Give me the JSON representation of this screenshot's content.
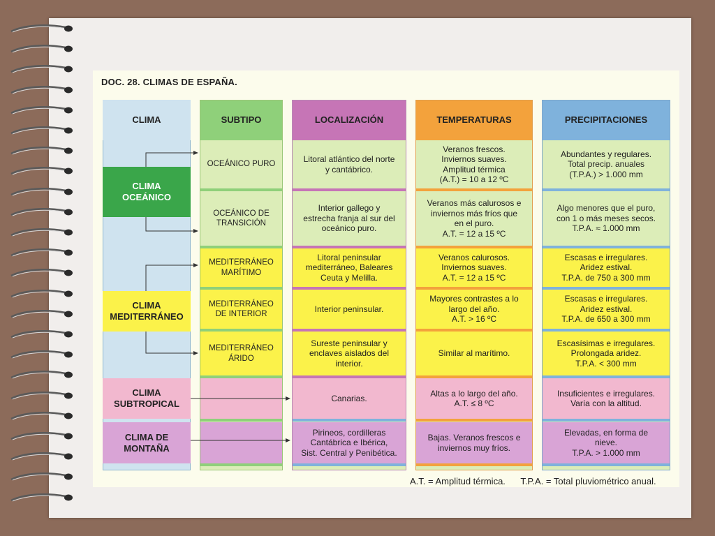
{
  "document": {
    "title": "DOC. 28. CLIMAS DE ESPAÑA.",
    "headers": {
      "clima": "CLIMA",
      "subtipo": "SUBTIPO",
      "localizacion": "LOCALIZACIÓN",
      "temperaturas": "TEMPERATURAS",
      "precipitaciones": "PRECIPITACIONES"
    },
    "climas": {
      "oceanico": "CLIMA\nOCEÁNICO",
      "mediterraneo": "CLIMA\nMEDITERRÁNEO",
      "subtropical": "CLIMA\nSUBTROPICAL",
      "montana": "CLIMA DE\nMONTAÑA"
    },
    "rows": [
      {
        "subtipo": "OCEÁNICO PURO",
        "localizacion": "Litoral atlántico del norte\ny cantábrico.",
        "temperaturas": "Veranos frescos.\nInviernos suaves.\nAmplitud térmica\n(A.T.) = 10 a 12 ºC",
        "precipitaciones": "Abundantes y regulares.\nTotal precip. anuales\n(T.P.A.) > 1.000 mm"
      },
      {
        "subtipo": "OCEÁNICO DE\nTRANSICIÓN",
        "localizacion": "Interior gallego y\nestrecha franja al sur del\noceánico puro.",
        "temperaturas": "Veranos más calurosos e\ninviernos más fríos que\nen el puro.\nA.T. = 12 a 15 ºC",
        "precipitaciones": "Algo menores que el puro,\ncon 1 o más meses secos.\nT.P.A. ≈ 1.000 mm"
      },
      {
        "subtipo": "MEDITERRÁNEO\nMARÍTIMO",
        "localizacion": "Litoral peninsular\nmediterráneo, Baleares\nCeuta y Melilla.",
        "temperaturas": "Veranos calurosos.\nInviernos suaves.\nA.T. = 12 a 15 ºC",
        "precipitaciones": "Escasas e irregulares.\nAridez estival.\nT.P.A. de 750 a 300 mm"
      },
      {
        "subtipo": "MEDITERRÁNEO\nDE INTERIOR",
        "localizacion": "Interior peninsular.",
        "temperaturas": "Mayores contrastes a lo\nlargo del año.\nA.T. > 16 ºC",
        "precipitaciones": "Escasas e irregulares.\nAridez estival.\nT.P.A. de 650 a 300 mm"
      },
      {
        "subtipo": "MEDITERRÁNEO\nÁRIDO",
        "localizacion": "Sureste peninsular y\nenclaves aislados del\ninterior.",
        "temperaturas": "Similar al marítimo.",
        "precipitaciones": "Escasísimas e irregulares.\nProlongada aridez.\nT.P.A. < 300 mm"
      },
      {
        "subtipo": "",
        "localizacion": "Canarias.",
        "temperaturas": "Altas a lo largo del año.\nA.T. ≤ 8 ºC",
        "precipitaciones": "Insuficientes e irregulares.\nVaría con la altitud."
      },
      {
        "subtipo": "",
        "localizacion": "Pirineos, cordilleras\nCantábrica e Ibérica,\nSist. Central y Penibética.",
        "temperaturas": "Bajas. Veranos frescos e\ninviernos muy fríos.",
        "precipitaciones": "Elevadas, en forma de\nnieve.\nT.P.A. > 1.000 mm"
      }
    ],
    "footnote_at": "A.T. = Amplitud térmica.",
    "footnote_tpa": "T.P.A. = Total pluviométrico anual."
  },
  "colors": {
    "blue_light": "#cfe3ef",
    "blue_header": "#7fb2dc",
    "green_header": "#8fd07a",
    "green_light": "#dcedb8",
    "green_dark": "#3aa64a",
    "purple_header": "#c675b6",
    "orange_header": "#f3a23c",
    "yellow": "#fbf24a",
    "pink": "#f2b8cf",
    "purple_light": "#d9a4d6"
  }
}
